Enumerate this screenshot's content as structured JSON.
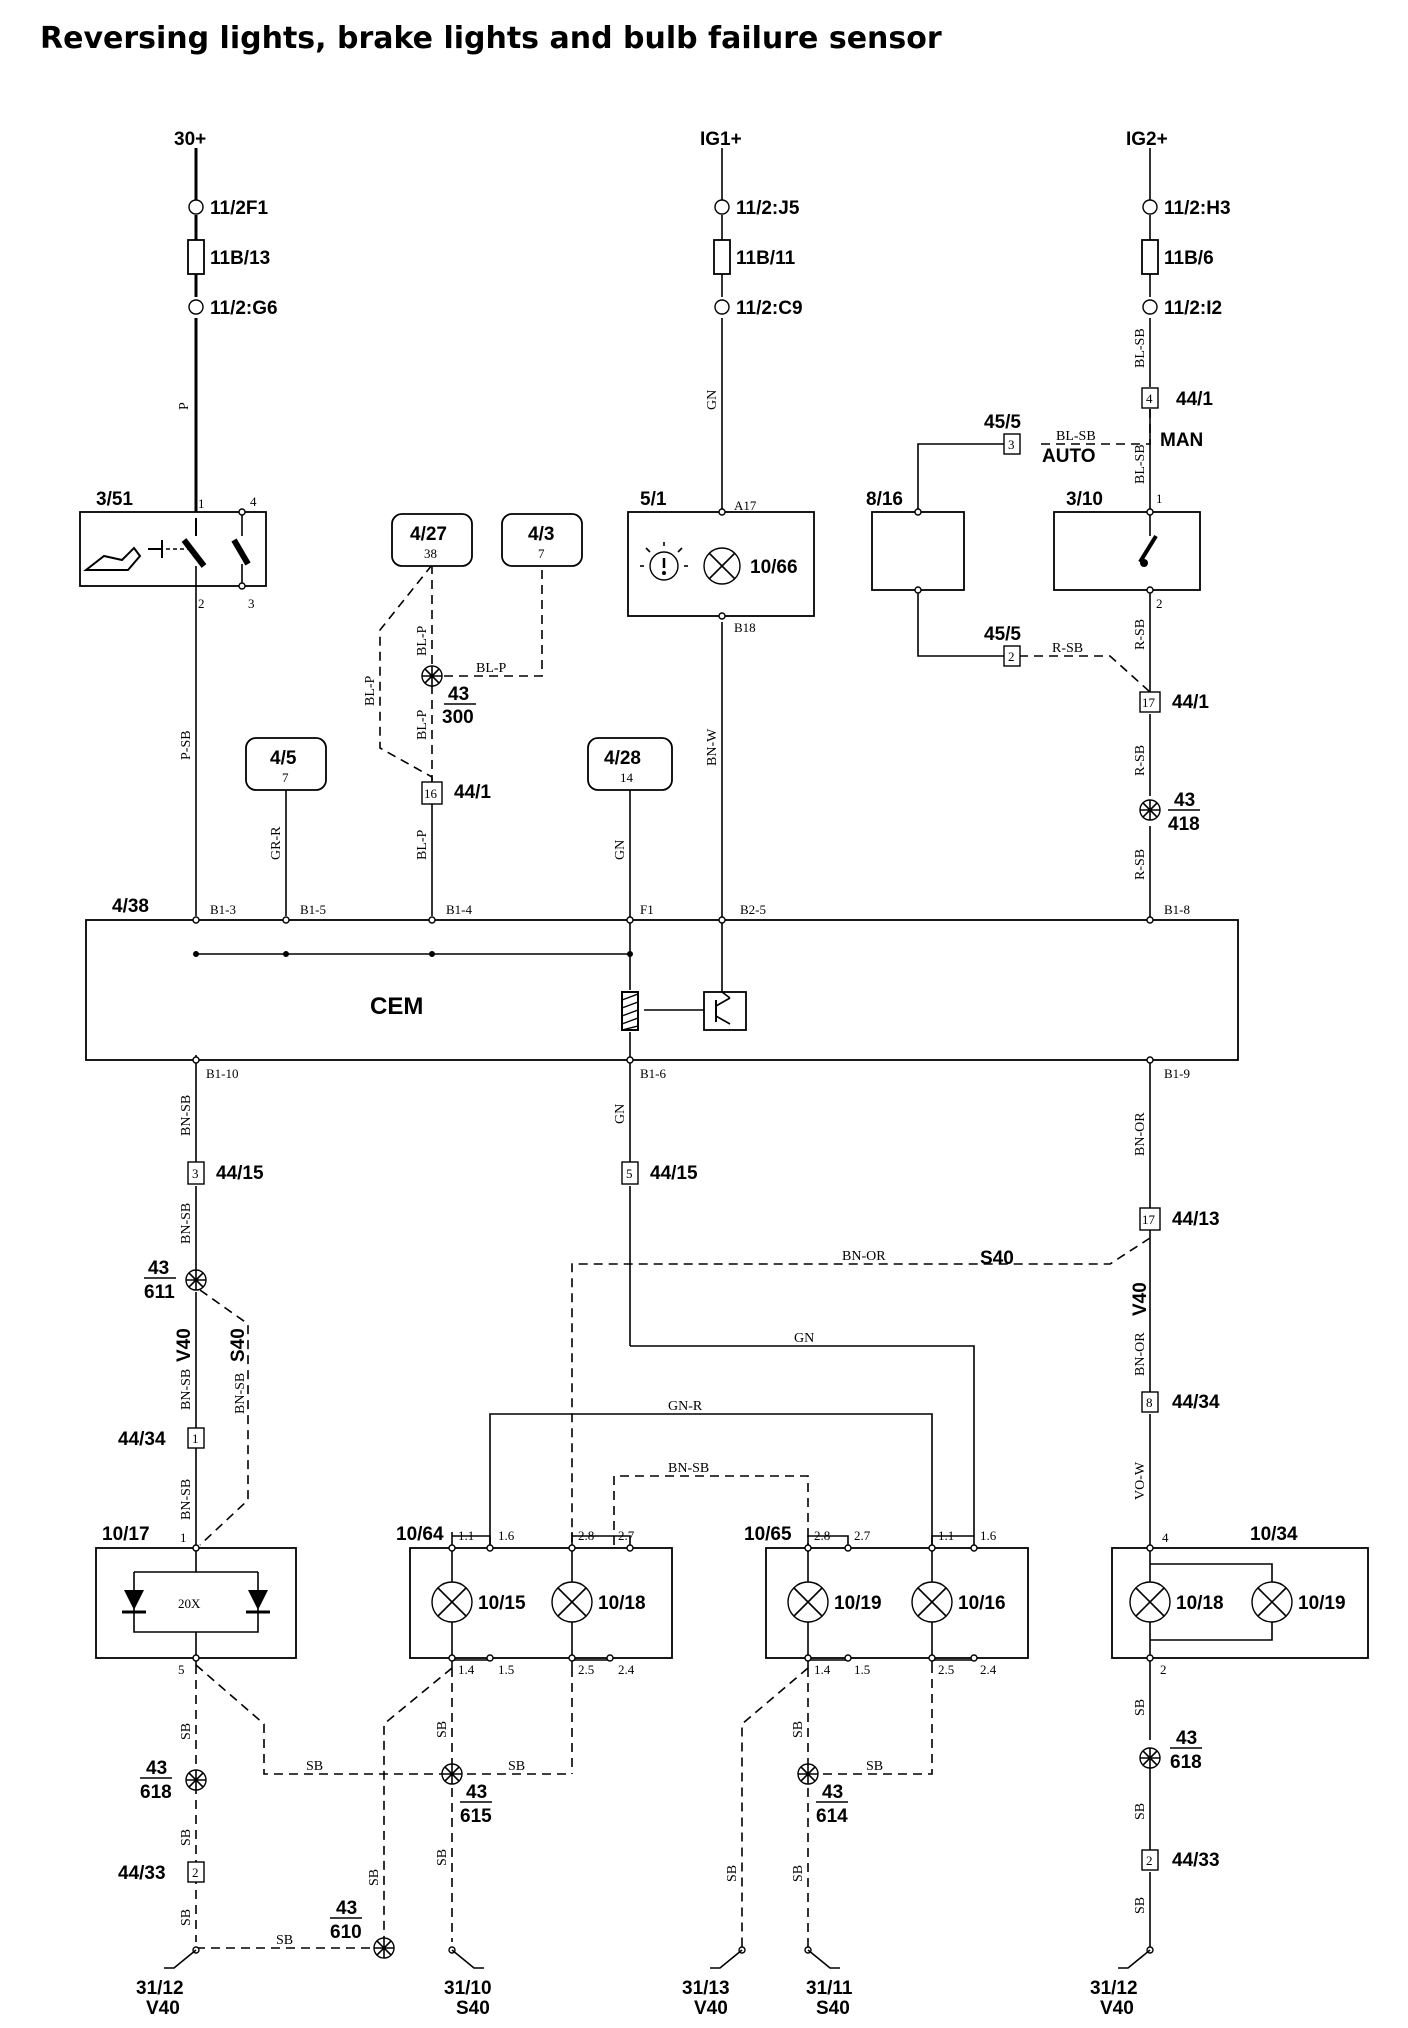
{
  "title": "Reversing lights, brake lights and bulb failure sensor",
  "supplies": [
    "30+",
    "IG1+",
    "IG2+"
  ],
  "fuse_labels": {
    "a1": "11/2F1",
    "a2": "11B/13",
    "a3": "11/2:G6",
    "b1": "11/2:J5",
    "b2": "11B/11",
    "b3": "11/2:C9",
    "c1": "11/2:H3",
    "c2": "11B/6",
    "c3": "11/2:I2"
  },
  "components": {
    "c351": "3/51",
    "c427": "4/27",
    "c43": "4/3",
    "c51": "5/1",
    "c816": "8/16",
    "c310": "3/10",
    "c45": "4/5",
    "c428": "4/28",
    "c438": "4/38",
    "cem": "CEM",
    "c1017": "10/17",
    "c1064": "10/64",
    "c1065": "10/65",
    "c1034": "10/34",
    "bulb_1066": "10/66",
    "diode_20x": "20X",
    "bulb_1015": "10/15",
    "bulb_1018a": "10/18",
    "bulb_1019a": "10/19",
    "bulb_1016": "10/16",
    "bulb_1018b": "10/18",
    "bulb_1019b": "10/19"
  },
  "box_pins": {
    "p427": "38",
    "p43": "7",
    "p45": "7",
    "p428": "14",
    "c351_1": "1",
    "c351_4": "4",
    "c351_2": "2",
    "c351_3": "3",
    "a17": "A17",
    "b18": "B18",
    "c310_1": "1",
    "c310_2": "2",
    "cem_b13": "B1-3",
    "cem_b15": "B1-5",
    "cem_b14": "B1-4",
    "cem_f1": "F1",
    "cem_b25": "B2-5",
    "cem_b18": "B1-8",
    "cem_b110": "B1-10",
    "cem_b16": "B1-6",
    "cem_b19": "B1-9",
    "p1017_1": "1",
    "p1017_5": "5",
    "p64_11": "1.1",
    "p64_16": "1.6",
    "p64_28": "2.8",
    "p64_27": "2.7",
    "p64_14": "1.4",
    "p64_15": "1.5",
    "p64_25": "2.5",
    "p64_24": "2.4",
    "p65_28": "2.8",
    "p65_27": "2.7",
    "p65_11": "1.1",
    "p65_16": "1.6",
    "p65_14": "1.4",
    "p65_15": "1.5",
    "p65_25": "2.5",
    "p65_24": "2.4",
    "p1034_4": "4",
    "p1034_2": "2"
  },
  "connectors": {
    "k1": {
      "pin": "4",
      "name": "44/1"
    },
    "k2": {
      "pin": "3",
      "name": "45/5"
    },
    "k3": {
      "pin": "2",
      "name": "45/5"
    },
    "k4": {
      "pin": "17",
      "name": "44/1"
    },
    "k5": {
      "pin": "16",
      "name": "44/1"
    },
    "k6": {
      "pin": "3",
      "name": "44/15"
    },
    "k7": {
      "pin": "5",
      "name": "44/15"
    },
    "k8": {
      "pin": "17",
      "name": "44/13"
    },
    "k9": {
      "pin": "1",
      "name": "44/34"
    },
    "k10": {
      "pin": "8",
      "name": "44/34"
    },
    "k11": {
      "pin": "2",
      "name": "44/33"
    },
    "k12": {
      "pin": "2",
      "name": "44/33"
    }
  },
  "splices": {
    "s300": {
      "a": "43",
      "b": "300"
    },
    "s418": {
      "a": "43",
      "b": "418"
    },
    "s611": {
      "a": "43",
      "b": "611"
    },
    "s618a": {
      "a": "43",
      "b": "618"
    },
    "s615": {
      "a": "43",
      "b": "615"
    },
    "s614": {
      "a": "43",
      "b": "614"
    },
    "s618b": {
      "a": "43",
      "b": "618"
    },
    "s610": {
      "a": "43",
      "b": "610"
    }
  },
  "switch_labels": {
    "man": "MAN",
    "auto": "AUTO"
  },
  "wire_colors": {
    "w_p": "P",
    "w_gn1": "GN",
    "w_blsb1": "BL-SB",
    "w_blsb2": "BL-SB",
    "w_blsb3": "BL-SB",
    "w_blp1": "BL-P",
    "w_blp2": "BL-P",
    "w_blp3": "BL-P",
    "w_blp4": "BL-P",
    "w_rsb1": "R-SB",
    "w_rsb2": "R-SB",
    "w_rsb3": "R-SB",
    "w_rsb4": "R-SB",
    "w_psb": "P-SB",
    "w_grr": "GR-R",
    "w_blp5": "BL-P",
    "w_gn2": "GN",
    "w_bnw": "BN-W",
    "w_bnsb1": "BN-SB",
    "w_gn3": "GN",
    "w_bnor1": "BN-OR",
    "w_bnsb2": "BN-SB",
    "w_bnor2": "BN-OR",
    "w_gn4": "GN",
    "w_bnsb3": "BN-SB",
    "w_bnsb4": "BN-SB",
    "w_bnor3": "BN-OR",
    "w_gnr": "GN-R",
    "w_bnsb5": "BN-SB",
    "w_bnsb6": "BN-SB",
    "w_vow": "VO-W",
    "w_sb1": "SB",
    "w_sb2": "SB",
    "w_sb3": "SB",
    "w_sb4": "SB",
    "w_sb5": "SB",
    "w_sb6": "SB",
    "w_sb7": "SB",
    "w_sb8": "SB",
    "w_sb9": "SB",
    "w_sb10": "SB",
    "w_sb11": "SB",
    "w_sb12": "SB",
    "w_sb13": "SB",
    "w_sb14": "SB",
    "w_sb15": "SB",
    "w_sb16": "SB"
  },
  "variants": {
    "s40a": "S40",
    "v40a": "V40",
    "s40b": "S40",
    "v40b": "V40"
  },
  "grounds": [
    {
      "name": "31/12",
      "variant": "V40"
    },
    {
      "name": "31/10",
      "variant": "S40"
    },
    {
      "name": "31/13",
      "variant": "V40"
    },
    {
      "name": "31/11",
      "variant": "S40"
    },
    {
      "name": "31/12",
      "variant": "V40"
    }
  ]
}
